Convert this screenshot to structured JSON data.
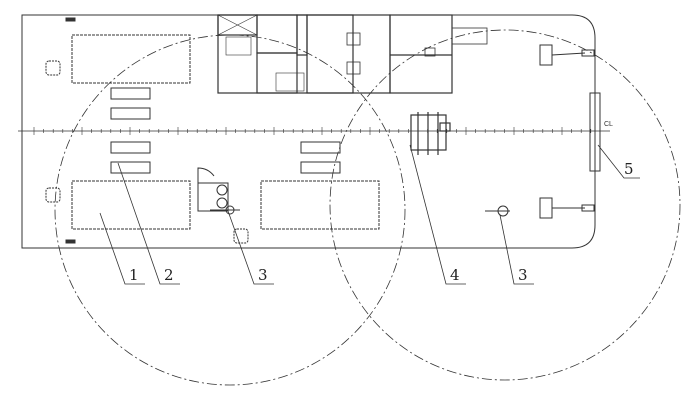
{
  "drawing": {
    "centerline_label": "CL",
    "callouts": [
      {
        "id": "c1",
        "label": "1"
      },
      {
        "id": "c2",
        "label": "2"
      },
      {
        "id": "c3a",
        "label": "3"
      },
      {
        "id": "c4",
        "label": "4"
      },
      {
        "id": "c3b",
        "label": "3"
      },
      {
        "id": "c5",
        "label": "5"
      }
    ],
    "line_color": "#333333"
  }
}
